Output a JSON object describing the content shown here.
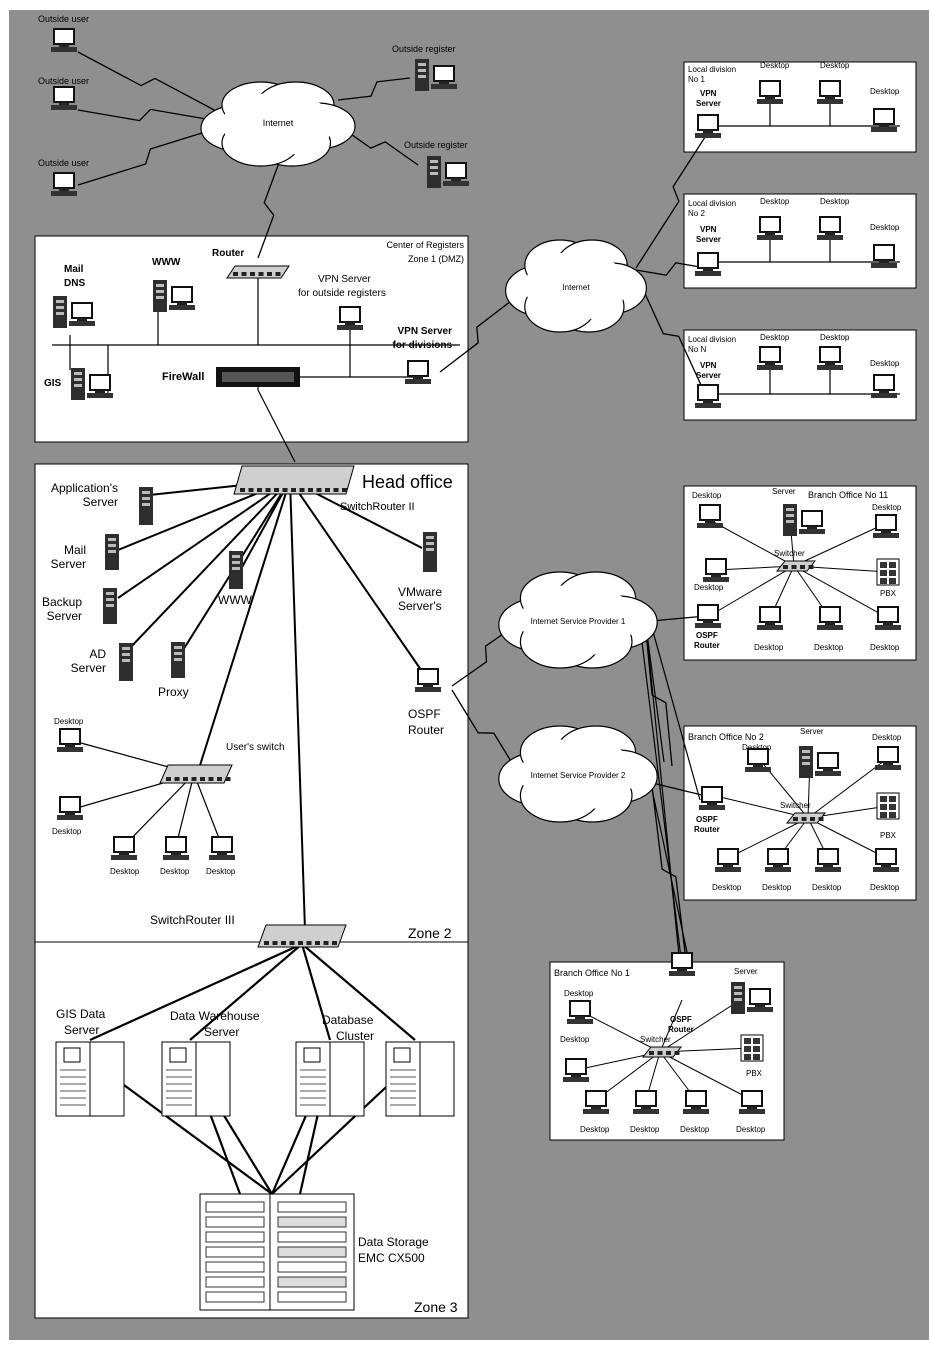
{
  "colors": {
    "page": "#ffffff",
    "canvas": "#8f8f8f",
    "panel": "#ffffff",
    "device": "#3a3a3a",
    "line": "#000000"
  },
  "labels": {
    "outside_user_1": "Outside user",
    "outside_user_2": "Outside user",
    "outside_user_3": "Outside user",
    "internet_top": "Internet",
    "outside_register_1": "Outside register",
    "outside_register_2": "Outside register",
    "dmz_title_1": "Center of Registers",
    "dmz_title_2": "Zone 1 (DMZ)",
    "router": "Router",
    "www_dmz": "WWW",
    "mail": "Mail",
    "dns": "DNS",
    "vpn_outside_1": "VPN Server",
    "vpn_outside_2": "for outside registers",
    "vpn_div_1": "VPN Server",
    "vpn_div_2": "for divisions",
    "firewall": "FireWall",
    "gis": "GIS",
    "internet_mid": "Internet",
    "head_office": "Head office",
    "switchrouter_2": "SwitchRouter II",
    "app_server_1": "Application's",
    "app_server_2": "Server",
    "mail_server_1": "Mail",
    "mail_server_2": "Server",
    "backup_server_1": "Backup",
    "backup_server_2": "Server",
    "ad_server_1": "AD",
    "ad_server_2": "Server",
    "proxy": "Proxy",
    "www_head": "WWW",
    "vmware_1": "VMware",
    "vmware_2": "Server's",
    "ospf_1": "OSPF",
    "ospf_2": "Router",
    "users_switch": "User's switch",
    "switchrouter_3": "SwitchRouter III",
    "zone_2": "Zone 2",
    "gis_data_1": "GIS Data",
    "gis_data_2": "Server",
    "dwh_1": "Data Warehouse",
    "dwh_2": "Server",
    "db_cluster_1": "Database",
    "db_cluster_2": "Cluster",
    "storage_1": "Data Storage",
    "storage_2": "EMC CX500",
    "zone_3": "Zone 3",
    "isp_1": "Internet Service Provider 1",
    "isp_2": "Internet Service Provider 2",
    "desktop": "Desktop",
    "ld1_title_1": "Local division",
    "ld1_title_2": "No 1",
    "ld2_title_1": "Local division",
    "ld2_title_2": "No 2",
    "ldn_title_1": "Local division",
    "ldn_title_2": "No N",
    "vpn": "VPN",
    "server": "Server",
    "bo11_title": "Branch Office No 11",
    "bo2_title": "Branch Office No 2",
    "bo1_title": "Branch Office No 1",
    "switcher": "Switcher",
    "pbx": "PBX",
    "ospf_small": "OSPF",
    "router_small": "Router"
  }
}
